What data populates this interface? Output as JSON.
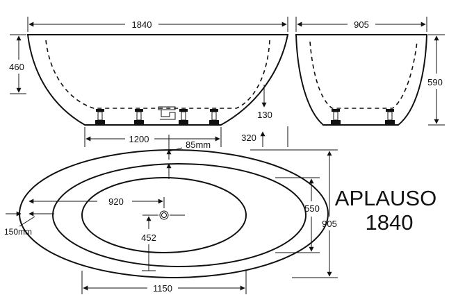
{
  "model": {
    "name_line1": "APLAUSO",
    "name_line2": "1840"
  },
  "side_view": {
    "overall_length": "1840",
    "height": "460",
    "base_length": "1200",
    "drain_offset": "130",
    "drain_from_end": "320"
  },
  "end_view": {
    "width": "905",
    "height": "590"
  },
  "plan_view": {
    "rim_width_top": "85mm",
    "rim_width_side": "150mm",
    "inner_half_length": "920",
    "inner_length": "1150",
    "overall_width": "905",
    "inner_width": "550",
    "drain_position": "452"
  }
}
